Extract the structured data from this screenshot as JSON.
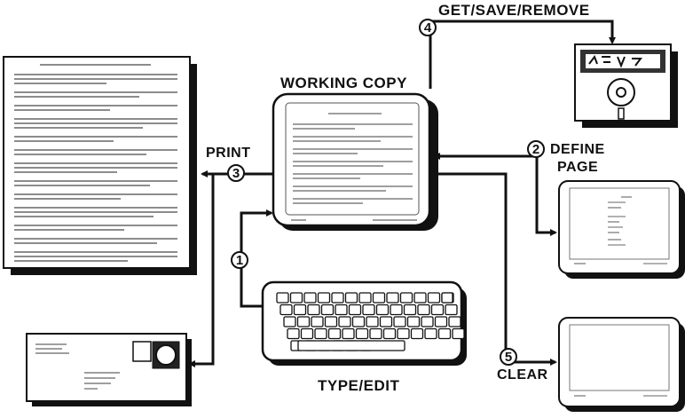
{
  "labels": {
    "get_save_remove": "GET/SAVE/REMOVE",
    "working_copy": "WORKING COPY",
    "print": "PRINT",
    "define": "DEFINE",
    "page": "PAGE",
    "type_edit": "TYPE/EDIT",
    "clear": "CLEAR"
  },
  "steps": [
    "1",
    "2",
    "3",
    "4",
    "5"
  ],
  "colors": {
    "ink": "#111111",
    "paper": "#ffffff",
    "text_lines": "#555555"
  }
}
